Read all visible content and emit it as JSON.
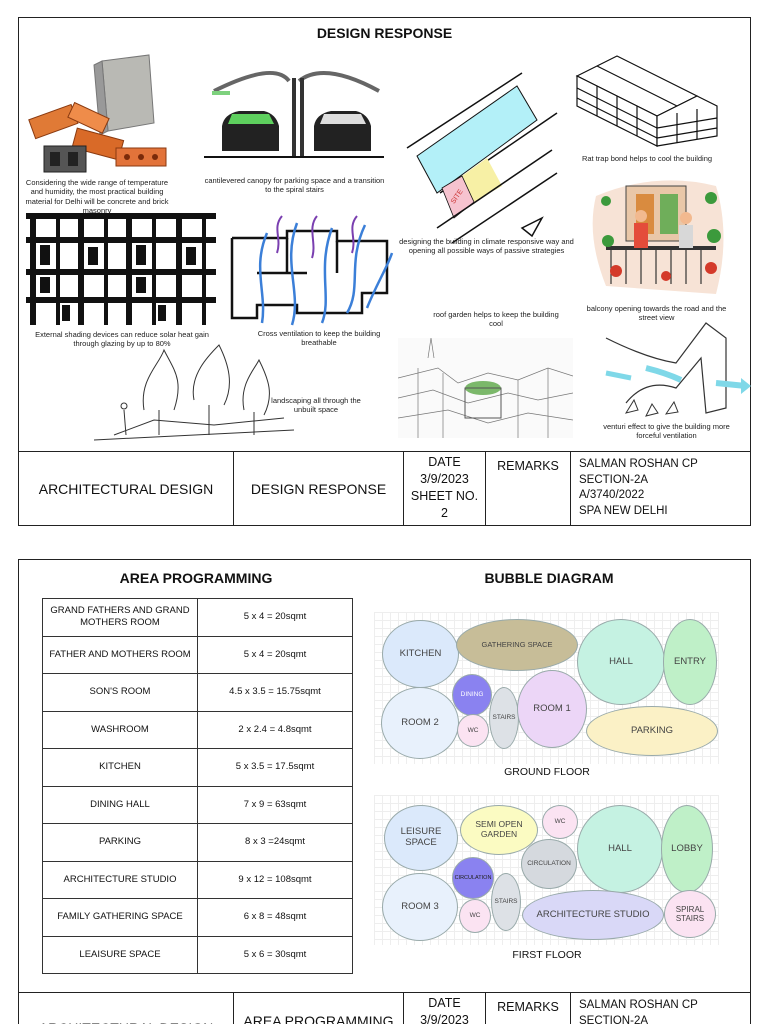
{
  "sheet1": {
    "title": "DESIGN RESPONSE",
    "captions": {
      "materials": "Considering the wide range of temperature and humidity, the most practical building material for Delhi will be concrete and brick masonry",
      "canopy": "cantilevered canopy for parking space and a transition to the spiral stairs",
      "site_label": "SITE",
      "site": "designing the building in climate responsive way and opening all possible ways of passive strategies",
      "rattrap": "Rat trap bond helps to cool the building",
      "shading": "External shading devices can reduce solar heat gain through glazing by up to 80%",
      "crossvent": "Cross ventilation to keep the building breathable",
      "balcony": "balcony opening towards the road and the street view",
      "roofgarden": "roof garden helps to keep the building cool",
      "landscaping": "landscaping all through the unbuilt space",
      "venturi": "venturi effect to give the building more forceful ventilation"
    },
    "titleblock": {
      "course": "ARCHITECTURAL DESIGN",
      "sheet_name": "DESIGN RESPONSE",
      "date_label": "DATE",
      "date": "3/9/2023",
      "sheet_no_label": "SHEET NO.",
      "sheet_no": "2",
      "remarks": "REMARKS",
      "name": "SALMAN ROSHAN CP",
      "section": "SECTION-2A",
      "roll": "A/3740/2022",
      "school": "SPA NEW DELHI"
    }
  },
  "sheet2": {
    "area_title": "AREA PROGRAMMING",
    "bubble_title": "BUBBLE DIAGRAM",
    "area_rows": [
      {
        "room": "GRAND FATHERS AND GRAND MOTHERS ROOM",
        "area": "5 x 4 = 20sqmt"
      },
      {
        "room": "FATHER AND MOTHERS ROOM",
        "area": "5 x 4 = 20sqmt"
      },
      {
        "room": "SON'S ROOM",
        "area": "4.5 x 3.5 = 15.75sqmt"
      },
      {
        "room": "WASHROOM",
        "area": "2 x 2.4 = 4.8sqmt"
      },
      {
        "room": "KITCHEN",
        "area": "5 x 3.5 = 17.5sqmt"
      },
      {
        "room": "DINING HALL",
        "area": "7 x 9 = 63sqmt"
      },
      {
        "room": "PARKING",
        "area": "8 x 3 =24sqmt"
      },
      {
        "room": "ARCHITECTURE STUDIO",
        "area": "9 x 12 = 108sqmt"
      },
      {
        "room": "FAMILY GATHERING SPACE",
        "area": "6 x 8 = 48sqmt"
      },
      {
        "room": "LEAISURE SPACE",
        "area": "5 x 6 = 30sqmt"
      }
    ],
    "ground_floor": {
      "label": "GROUND FLOOR",
      "bubbles": {
        "kitchen": "KITCHEN",
        "gathering": "GATHERING SPACE",
        "hall": "HALL",
        "entry": "ENTRY",
        "dining": "DINING",
        "room2": "ROOM 2",
        "wc": "WC",
        "stairs": "STAIRS",
        "room1": "ROOM 1",
        "parking": "PARKING"
      }
    },
    "first_floor": {
      "label": "FIRST FLOOR",
      "bubbles": {
        "leisure": "LEISURE SPACE",
        "semiopen": "SEMI OPEN GARDEN",
        "wc_top": "WC",
        "hall": "HALL",
        "lobby": "LOBBY",
        "circulation1": "CIRCULATION",
        "circulation2": "CIRCULATION",
        "room3": "ROOM 3",
        "wc": "WC",
        "stairs": "STAIRS",
        "studio": "ARCHITECTURE STUDIO",
        "spiral": "SPIRAL STAIRS"
      }
    },
    "titleblock": {
      "course": "ARCHITECTURAL DESIGN",
      "sheet_name": "AREA PROGRAMMING",
      "date_label": "DATE",
      "date": "3/9/2023",
      "remarks": "REMARKS",
      "name": "SALMAN ROSHAN CP",
      "section": "SECTION-2A"
    }
  },
  "colors": {
    "kitchen": "#dbe9fb",
    "gathering": "#c7bd98",
    "hall": "#c5f2e2",
    "entry": "#bff0c8",
    "dining": "#8a82f0",
    "room": "#e8f1fc",
    "wc": "#fbe3f2",
    "stairs": "#dde1e6",
    "room1": "#ecd6f7",
    "parking": "#fbf1c6",
    "semiopen": "#fbfbc2",
    "circulation": "#d5d9de"
  }
}
